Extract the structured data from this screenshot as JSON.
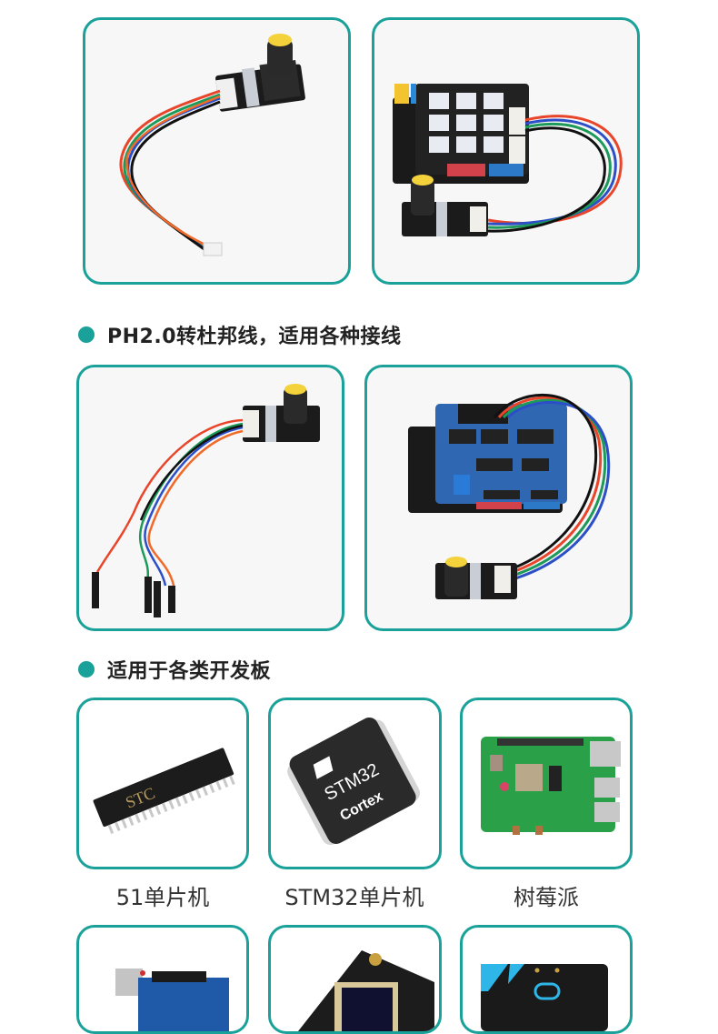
{
  "colors": {
    "accent": "#1aa19a",
    "heading_text": "#222222",
    "caption_text": "#333333"
  },
  "row1": {
    "left": {
      "alt": "Rotary encoder module with PH2.0 cable"
    },
    "right": {
      "alt": "Rotary encoder connected to expansion shield"
    }
  },
  "section2": {
    "icon": "bullet-dot-icon",
    "title": "PH2.0转杜邦线，适用各种接线"
  },
  "row2": {
    "left": {
      "alt": "Rotary encoder with PH2.0 to Dupont cable"
    },
    "right": {
      "alt": "Rotary encoder connected to sensor shield"
    }
  },
  "section3": {
    "icon": "bullet-dot-icon",
    "title": "适用于各类开发板"
  },
  "boards": [
    {
      "label": "51单片机",
      "chip_text": "STC"
    },
    {
      "label": "STM32单片机",
      "chip_text": "STM32",
      "sub_text": "Cortex"
    },
    {
      "label": "树莓派"
    }
  ],
  "boards_row2": [
    {
      "alt": "Arduino UNO"
    },
    {
      "alt": "Controller board with screen"
    },
    {
      "alt": "micro:bit"
    }
  ]
}
